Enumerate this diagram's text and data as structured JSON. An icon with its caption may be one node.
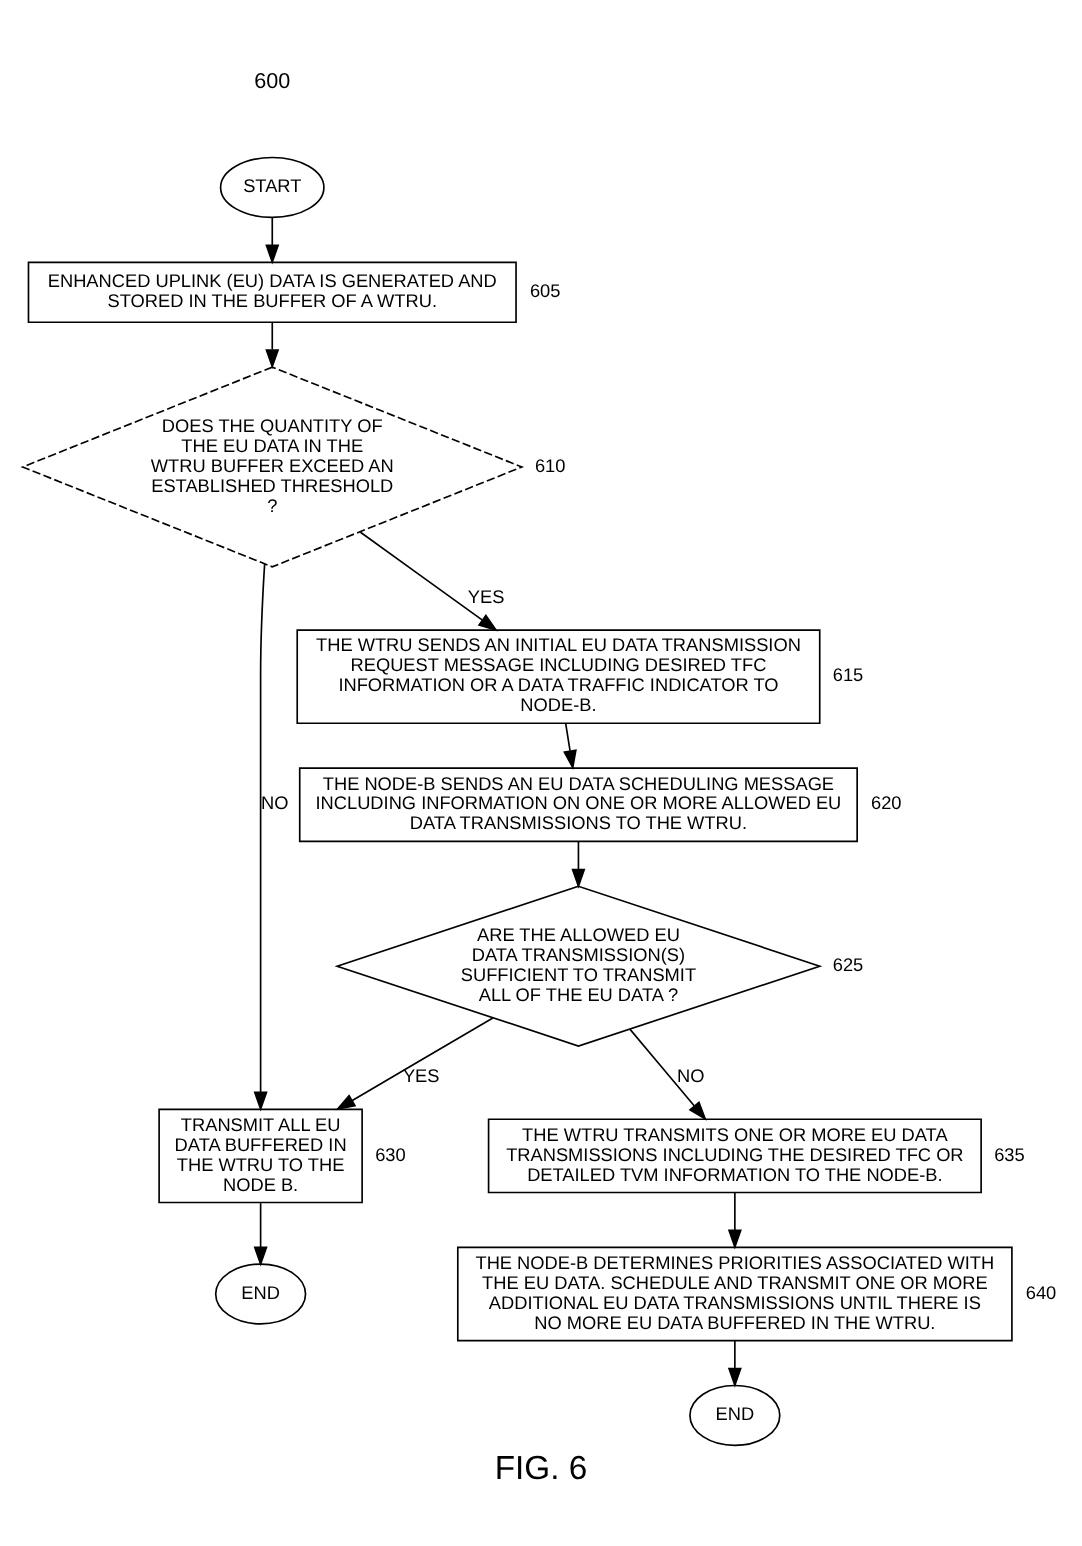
{
  "diagram": {
    "caption": "FIG. 6",
    "nodes": [
      {
        "text": [
          "START"
        ]
      },
      {
        "text": [
          "ENHANCED UPLINK (EU) DATA IS GENERATED AND STORED IN THE BUFFER OF A WTRU."
        ],
        "beside": [
          "605"
        ]
      },
      {
        "text": [
          "DOES THE QUANTITY OF THE EU DATA IN THE WTRU BUFFER EXCEED AN ESTABLISHED THRESHOLD ?"
        ],
        "beside": [
          "610"
        ]
      },
      {
        "text": [
          "THE WTRU SENDS AN INITIAL EU DATA TRANSMISSION REQUEST MESSAGE INCLUDING DESIRED TFC INFORMATION OR A DATA TRAFFIC INDICATOR TO NODE-B."
        ],
        "beside": [
          "615"
        ]
      },
      {
        "text": [
          "THE NODE-B SENDS AN EU DATA SCHEDULING MESSAGE INCLUDING INFORMATION ON ONE OR MORE ALLOWED EU DATA TRANSMISSIONS TO THE WTRU."
        ],
        "beside": [
          "620"
        ]
      },
      {
        "text": [
          "ARE THE ALLOWED EU DATA TRANSMISSION(S) SUFFICIENT TO TRANSMIT ALL OF THE EU DATA ?"
        ],
        "beside": [
          "625"
        ]
      },
      {
        "text": [
          "TRANSMIT ALL EU DATA BUFFERED IN THE WTRU TO THE NODE B."
        ],
        "beside": [
          "630"
        ]
      },
      {
        "text": [
          "THE WTRU TRANSMITS ONE OR MORE EU DATA TRANSMISSIONS INCLUDING THE DESIRED TFC OR DETAILED TVM INFORMATION TO THE NODE-B."
        ],
        "beside": [
          "635"
        ]
      },
      {
        "text": [
          "THE NODE-B DETERMINES PRIORITIES ASSOCIATED WITH THE EU DATA. SCHEDULE AND TRANSMIT ONE OR MORE ADDITIONAL EU DATA TRANSMISSIONS UNTIL THERE IS NO MORE EU DATA BUFFERED IN THE WTRU."
        ],
        "beside": [
          "640"
        ]
      },
      {
        "text": [
          "END"
        ]
      },
      {
        "text": [
          "END"
        ]
      }
    ],
    "edges": [
      {
        "from": 0,
        "to": 1,
        "arrow": "to"
      },
      {
        "from": 1,
        "to": 2,
        "arrow": "to"
      },
      {
        "from": 2,
        "to": 3,
        "arrow": "to",
        "label": "YES"
      },
      {
        "from": 2,
        "to": 6,
        "arrow": "to",
        "label": "NO"
      },
      {
        "from": 3,
        "to": 4,
        "arrow": "to"
      },
      {
        "from": 4,
        "to": 5,
        "arrow": "to"
      },
      {
        "from": 5,
        "to": 6,
        "arrow": "to",
        "label": "YES"
      },
      {
        "from": 5,
        "to": 7,
        "arrow": "to",
        "label": "NO"
      },
      {
        "from": 7,
        "to": 8,
        "arrow": "to"
      },
      {
        "from": 6,
        "to": 9,
        "arrow": "to"
      },
      {
        "from": 8,
        "to": 10,
        "arrow": "to"
      }
    ],
    "labels": [
      "600"
    ]
  }
}
